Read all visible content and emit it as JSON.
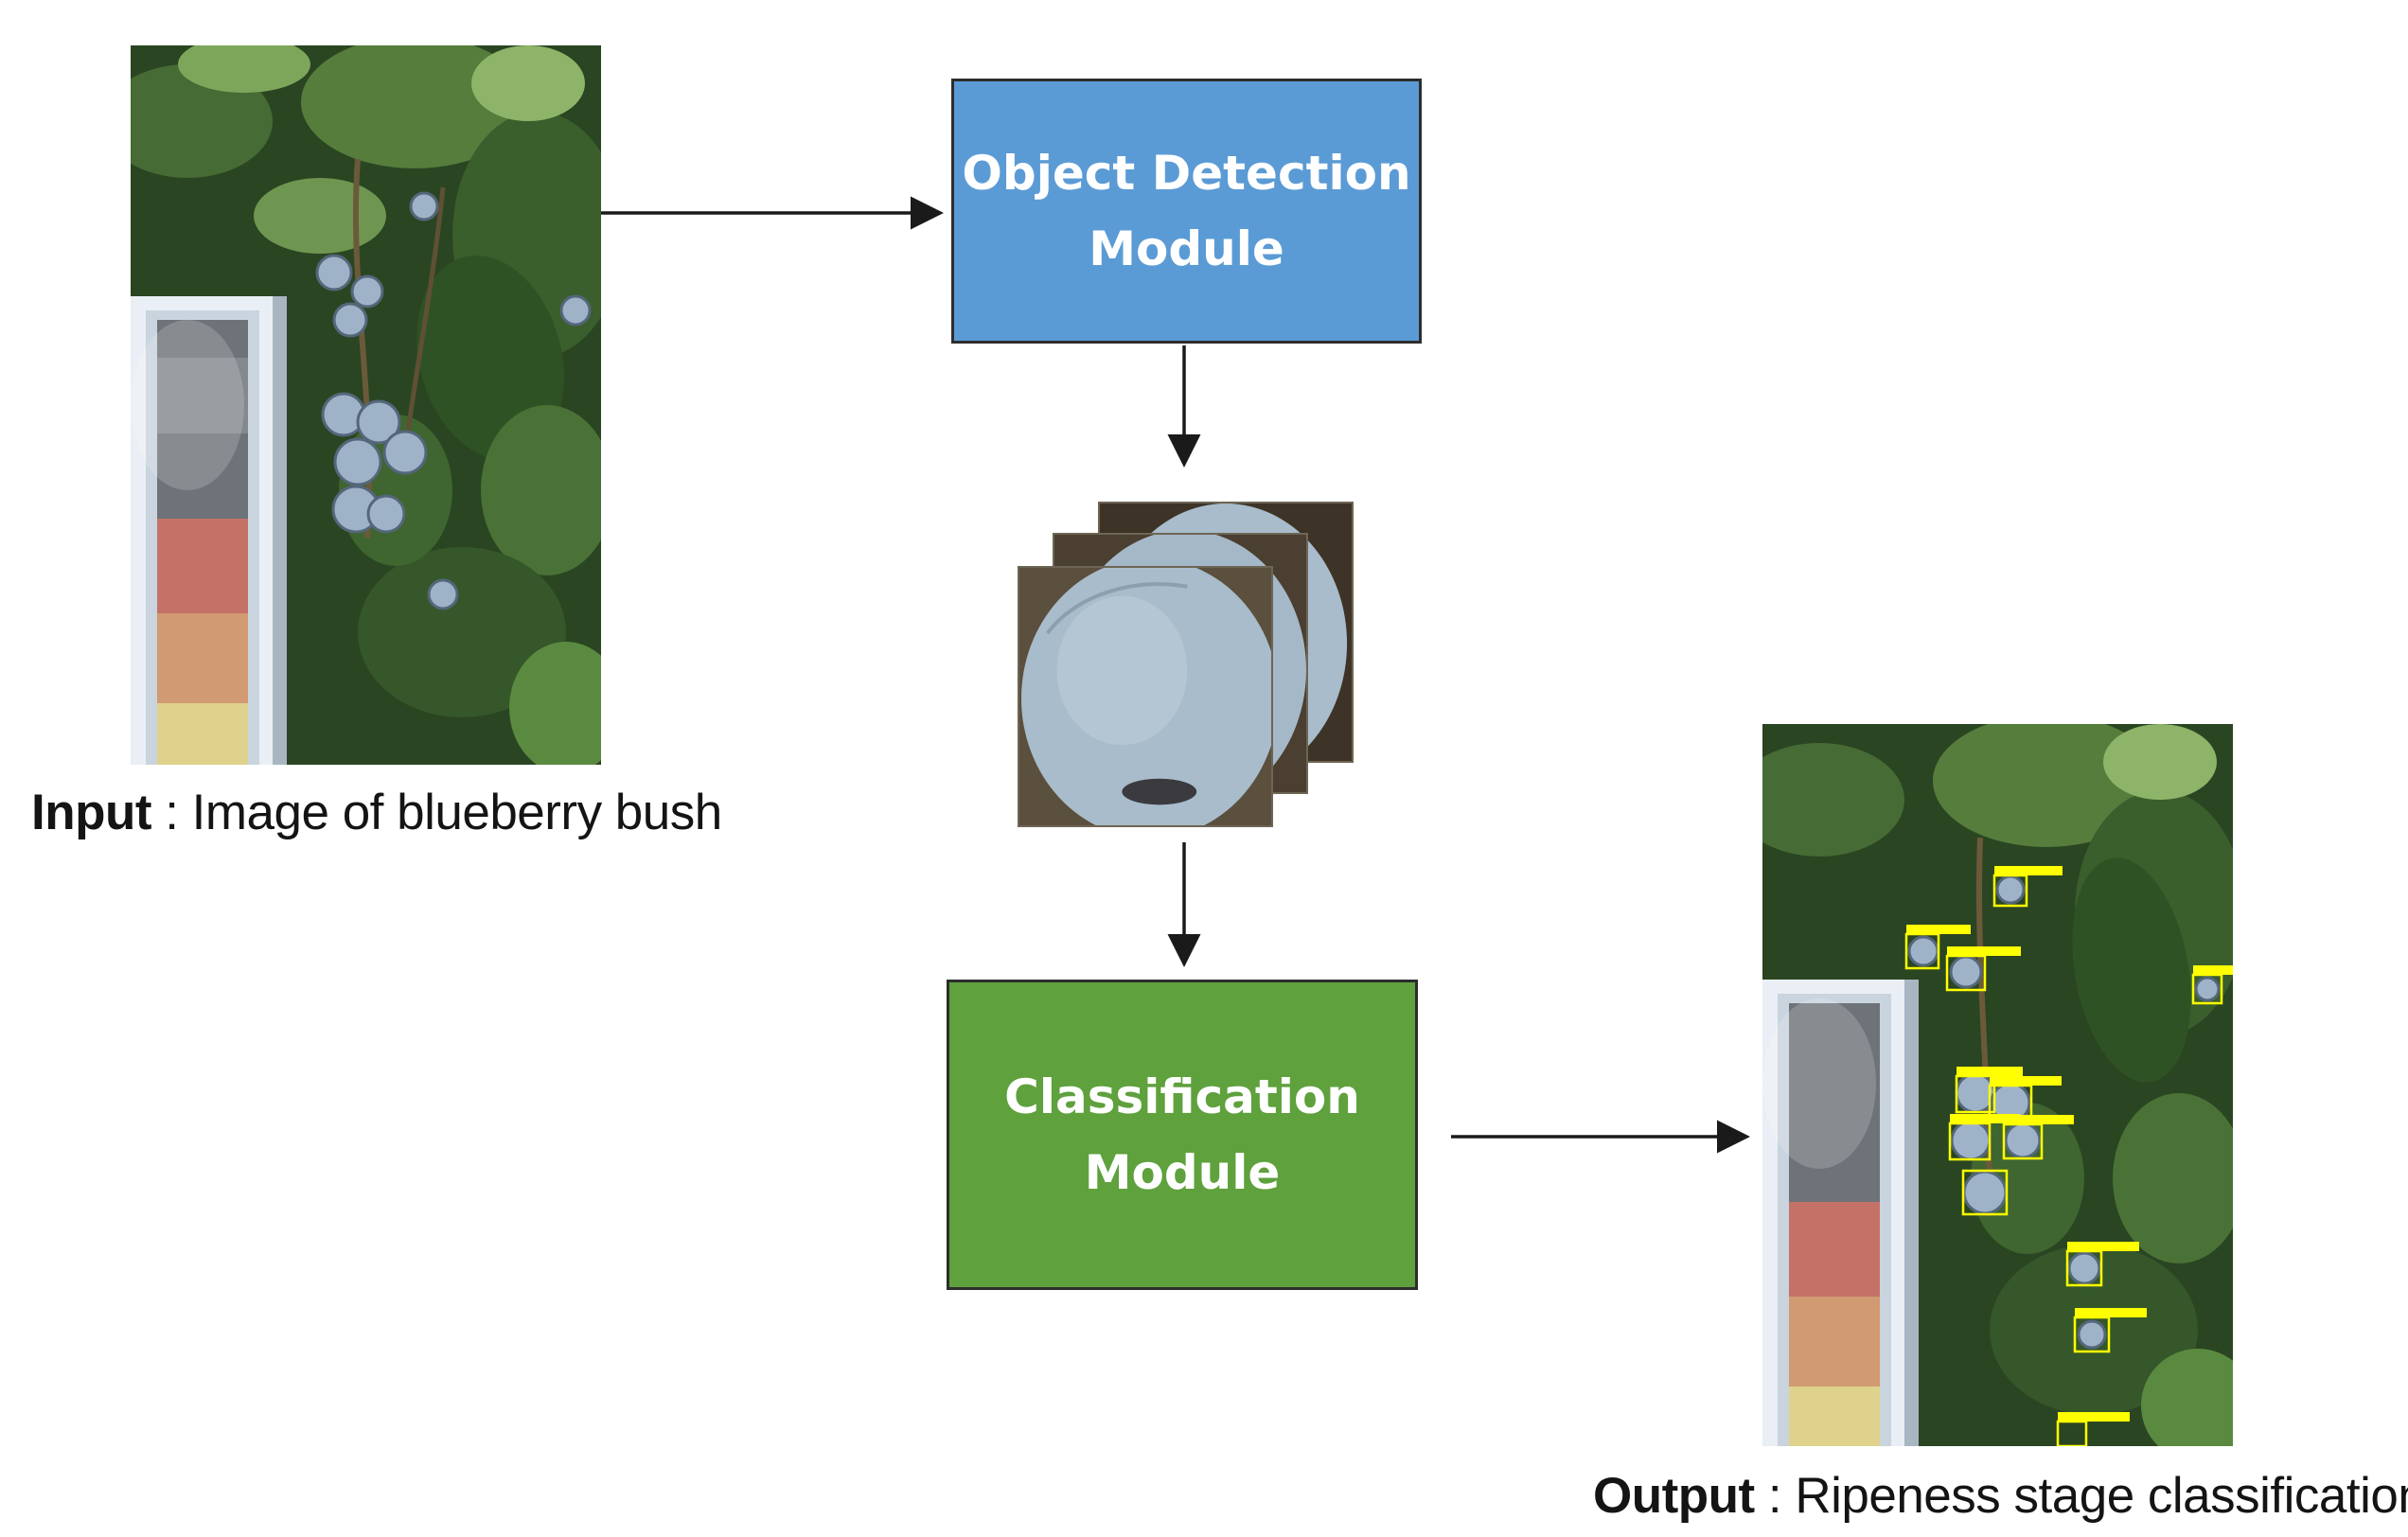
{
  "modules": {
    "detection": {
      "line1": "Object Detection",
      "line2": "Module",
      "color": "#5b9bd5"
    },
    "classification": {
      "line1": "Classification",
      "line2": "Module",
      "color": "#5fa13d"
    }
  },
  "captions": {
    "input": {
      "label": "Input",
      "text": " : Image of blueberry bush"
    },
    "output": {
      "label": "Output",
      "text": " : Ripeness stage classification"
    }
  },
  "images": {
    "input_photo": "blueberry-bush-photo",
    "crops": "cropped-blueberry-images",
    "output_photo": "annotated-blueberry-bush-photo"
  },
  "colors": {
    "arrow": "#1a1a1a",
    "box_border": "#2d2d2d",
    "detection_box": "#ffff00"
  }
}
